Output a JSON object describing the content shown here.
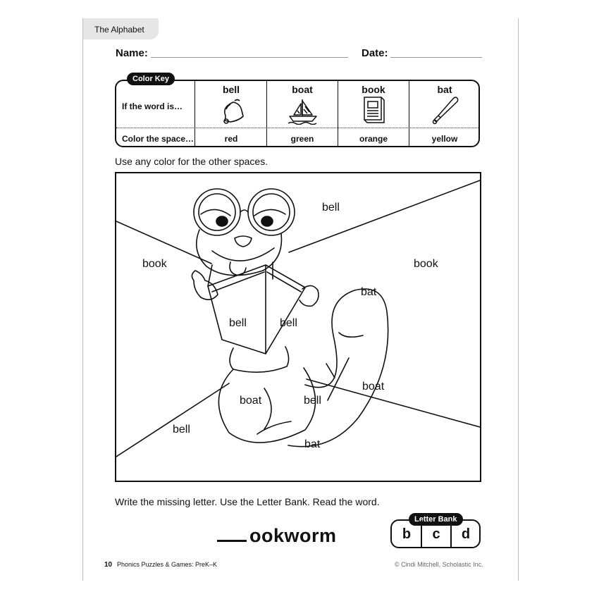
{
  "tab_label": "The Alphabet",
  "name_label": "Name:",
  "date_label": "Date:",
  "color_key": {
    "title": "Color Key",
    "row1_label": "If the word is…",
    "row2_label": "Color the space…",
    "entries": [
      {
        "word": "bell",
        "color": "red",
        "icon": "bell-icon"
      },
      {
        "word": "boat",
        "color": "green",
        "icon": "sailboat-icon"
      },
      {
        "word": "book",
        "color": "orange",
        "icon": "book-icon"
      },
      {
        "word": "bat",
        "color": "yellow",
        "icon": "bat-icon"
      }
    ]
  },
  "instruction_top": "Use any color for the other spaces.",
  "picture_words": [
    "bell",
    "book",
    "book",
    "bat",
    "bell",
    "bell",
    "boat",
    "boat",
    "bell",
    "bell",
    "bat"
  ],
  "instruction_bottom": "Write the missing letter. Use the Letter Bank. Read the word.",
  "word_suffix": "ookworm",
  "letter_bank": {
    "title": "Letter Bank",
    "letters": [
      "b",
      "c",
      "d"
    ]
  },
  "footer": {
    "page_number": "10",
    "book_title": "Phonics Puzzles & Games: PreK–K",
    "copyright": "© Cindi Mitchell, Scholastic Inc."
  }
}
